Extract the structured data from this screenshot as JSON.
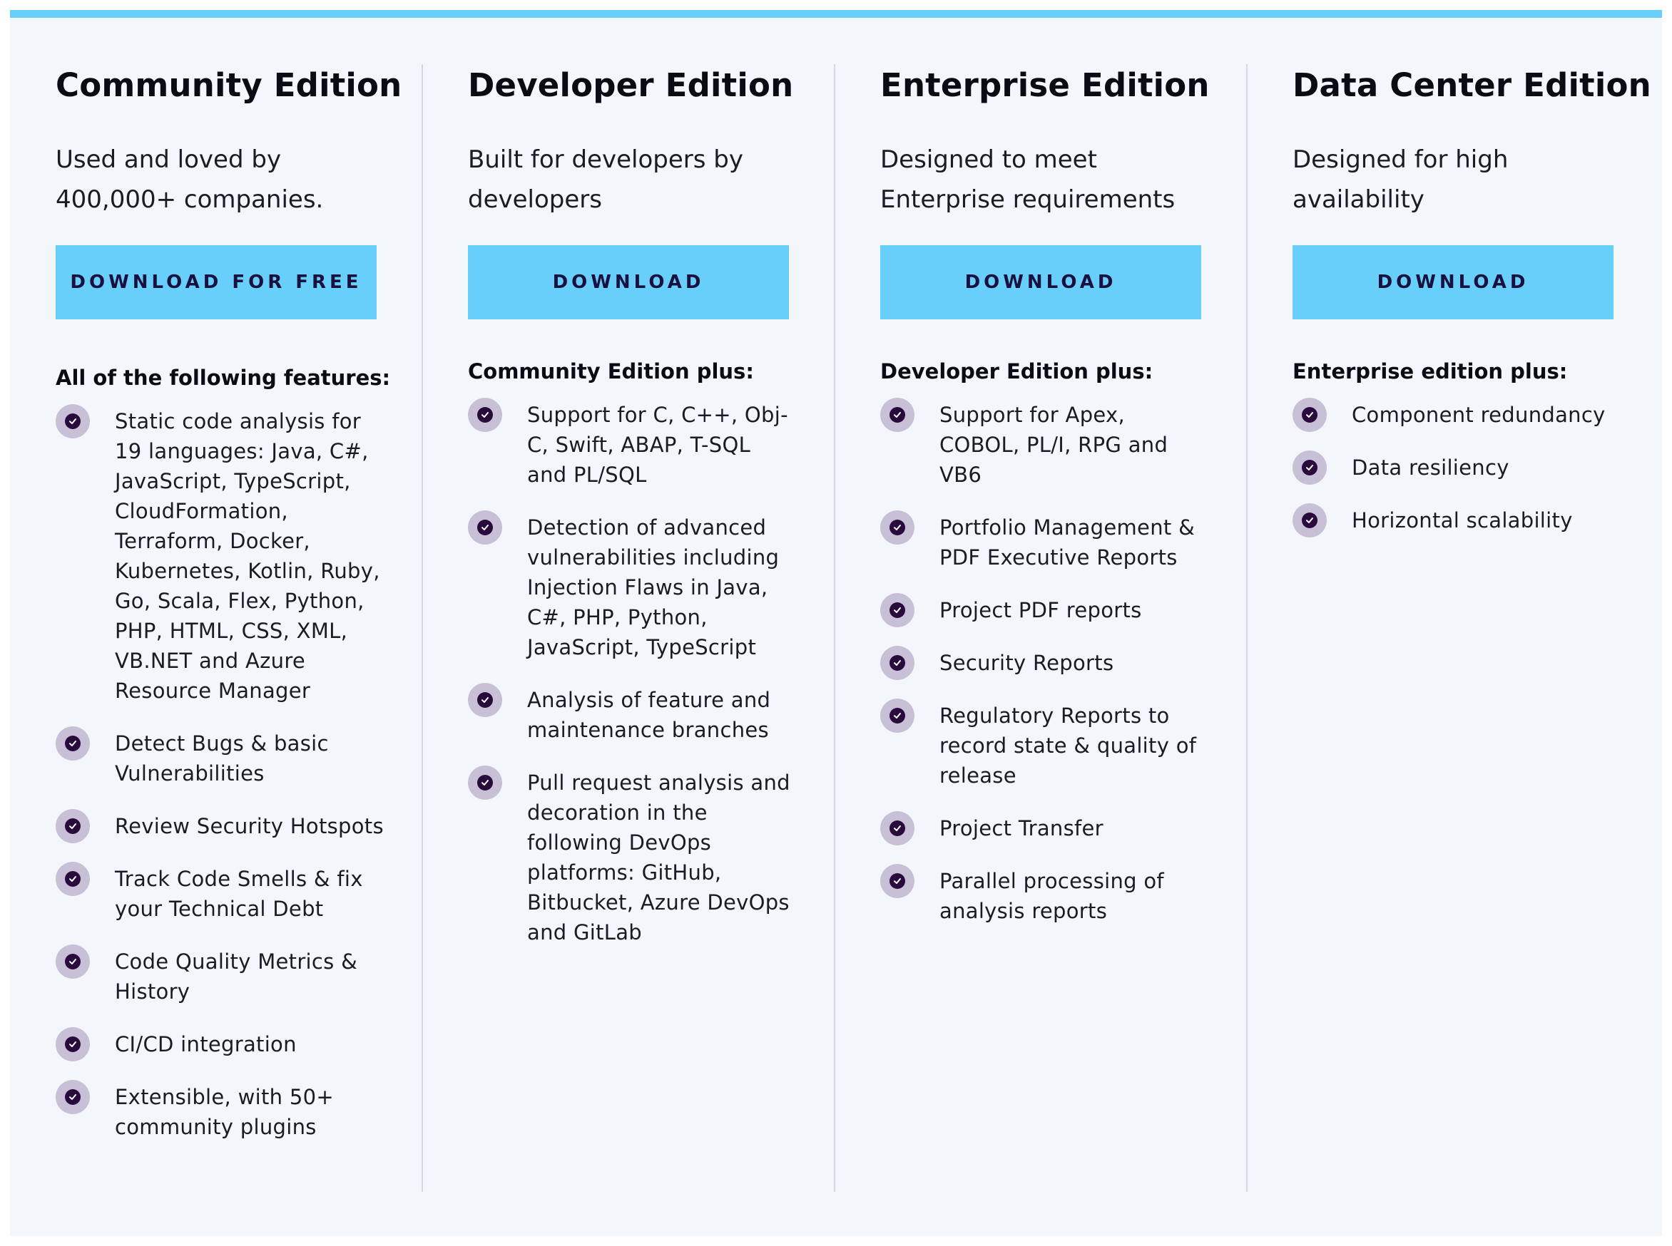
{
  "accent_color": "#67cff9",
  "icon": "check-circle-icon",
  "editions": [
    {
      "title": "Community Edition",
      "subtitle": "Used and loved by 400,000+ companies.",
      "button_label": "DOWNLOAD FOR FREE",
      "features_heading": "All of the following features:",
      "features": [
        "Static code analysis for 19 languages: Java, C#, JavaScript, TypeScript, CloudFormation, Terraform, Docker, Kubernetes, Kotlin, Ruby, Go, Scala, Flex, Python, PHP, HTML, CSS, XML, VB.NET and Azure Resource Manager",
        "Detect Bugs & basic Vulnerabilities",
        "Review Security Hotspots",
        "Track Code Smells & fix your Technical Debt",
        "Code Quality Metrics & History",
        "CI/CD integration",
        "Extensible, with 50+ community plugins"
      ]
    },
    {
      "title": "Developer Edition",
      "subtitle": "Built for developers by developers",
      "button_label": "DOWNLOAD",
      "features_heading": "Community Edition plus:",
      "features": [
        "Support for C, C++, Obj-C, Swift, ABAP, T-SQL and PL/SQL",
        "Detection of advanced vulnerabilities including Injection Flaws in Java, C#, PHP, Python, JavaScript, TypeScript",
        "Analysis of feature and maintenance branches",
        "Pull request analysis and decoration in the following DevOps platforms: GitHub, Bitbucket, Azure DevOps and GitLab"
      ]
    },
    {
      "title": "Enterprise Edition",
      "subtitle": "Designed to meet Enterprise requirements",
      "button_label": "DOWNLOAD",
      "features_heading": "Developer Edition plus:",
      "features": [
        "Support for Apex, COBOL, PL/I, RPG and VB6",
        "Portfolio Management & PDF Executive Reports",
        "Project PDF reports",
        "Security Reports",
        "Regulatory Reports to record state & quality of release",
        "Project Transfer",
        "Parallel processing of analysis reports"
      ]
    },
    {
      "title": "Data Center Edition",
      "subtitle": "Designed for high availability",
      "button_label": "DOWNLOAD",
      "features_heading": "Enterprise edition plus:",
      "features": [
        "Component redundancy",
        "Data resiliency",
        "Horizontal scalability"
      ]
    }
  ]
}
